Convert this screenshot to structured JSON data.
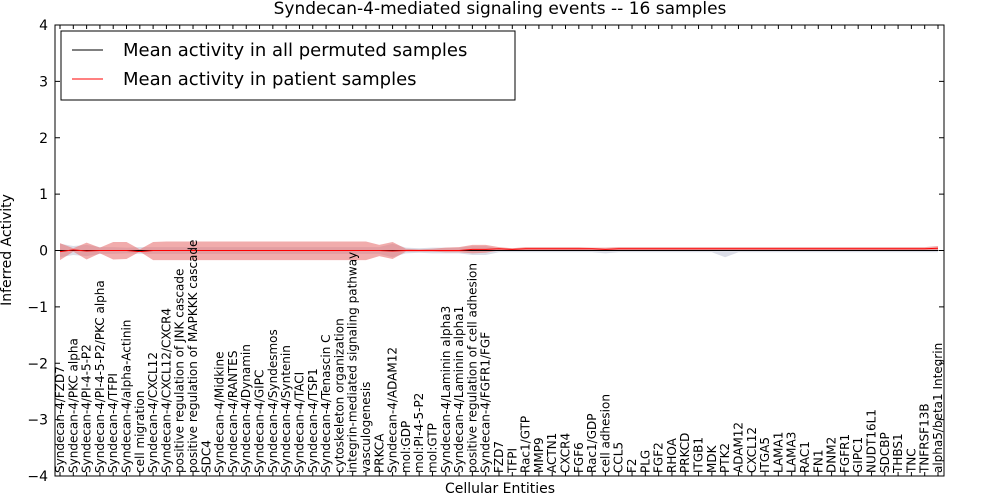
{
  "chart_data": {
    "type": "line",
    "title": "Syndecan-4-mediated signaling events -- 16 samples",
    "xlabel": "Cellular Entities",
    "ylabel": "Inferred Activity",
    "ylim": [
      -4,
      4
    ],
    "yticks": [
      -4,
      -3,
      -2,
      -1,
      0,
      1,
      2,
      3,
      4
    ],
    "grid": false,
    "legend_position": "top-left",
    "categories": [
      "Syndecan-4/FZD7",
      "Syndecan-4/PKC alpha",
      "Syndecan-4/PI-4-5-P2",
      "Syndecan-4/PI-4-5-P2/PKC alpha",
      "Syndecan-4/TFPI",
      "Syndecan-4/alpha-Actinin",
      "cell migration",
      "Syndecan-4/CXCL12",
      "Syndecan-4/CXCL12/CXCR4",
      "positive regulation of JNK cascade",
      "positive regulation of MAPKKK cascade",
      "SDC4",
      "Syndecan-4/Midkine",
      "Syndecan-4/RANTES",
      "Syndecan-4/Dynamin",
      "Syndecan-4/GIPC",
      "Syndecan-4/Syndesmos",
      "Syndecan-4/Syntenin",
      "Syndecan-4/TACI",
      "Syndecan-4/TSP1",
      "Syndecan-4/Tenascin C",
      "cytoskeleton organization",
      "integrin-mediated signaling pathway",
      "vasculogenesis",
      "PRKCA",
      "Syndecan-4/ADAM12",
      "mol:GDP",
      "mol:PI-4-5-P2",
      "mol:GTP",
      "Syndecan-4/Laminin alpha3",
      "Syndecan-4/Laminin alpha1",
      "positive regulation of cell adhesion",
      "Syndecan-4/FGFR1/FGF",
      "FZD7",
      "TFPI",
      "Rac1/GTP",
      "MMP9",
      "ACTN1",
      "CXCR4",
      "FGF6",
      "Rac1/GDP",
      "cell adhesion",
      "CCL5",
      "F2",
      "PLG",
      "FGF2",
      "RHOA",
      "PRKCD",
      "ITGB1",
      "MDK",
      "PTK2",
      "ADAM12",
      "CXCL12",
      "ITGA5",
      "LAMA1",
      "LAMA3",
      "RAC1",
      "FN1",
      "DNM2",
      "FGFR1",
      "GIPC1",
      "NUDT16L1",
      "SDCBP",
      "THBS1",
      "TNC",
      "TNFRSF13B",
      "alpha5/beta1 Integrin"
    ],
    "series": [
      {
        "name": "Mean activity in all permuted samples",
        "color": "#000000",
        "values": [
          0,
          0,
          0,
          0,
          0,
          0,
          0,
          0,
          0,
          0,
          0,
          0,
          0,
          0,
          0,
          0,
          0,
          0,
          0,
          0,
          0,
          0,
          0,
          0,
          0,
          0,
          0,
          0,
          0,
          0,
          0,
          0,
          0,
          0,
          0,
          0,
          0,
          0,
          0,
          0,
          0,
          0,
          0,
          0,
          0,
          0,
          0,
          0,
          0,
          0,
          0,
          0,
          0,
          0,
          0,
          0,
          0,
          0,
          0,
          0,
          0,
          0,
          0,
          0,
          0,
          0,
          0
        ],
        "lower": [
          -0.12,
          -0.08,
          -0.1,
          -0.06,
          -0.06,
          -0.05,
          -0.06,
          -0.06,
          -0.06,
          -0.06,
          -0.06,
          -0.06,
          -0.06,
          -0.06,
          -0.06,
          -0.06,
          -0.06,
          -0.06,
          -0.06,
          -0.06,
          -0.06,
          -0.06,
          -0.06,
          -0.06,
          -0.06,
          -0.12,
          -0.05,
          -0.04,
          -0.05,
          -0.05,
          -0.05,
          -0.08,
          -0.08,
          -0.03,
          -0.03,
          -0.03,
          -0.03,
          -0.03,
          -0.03,
          -0.03,
          -0.03,
          -0.05,
          -0.03,
          -0.03,
          -0.03,
          -0.03,
          -0.03,
          -0.03,
          -0.03,
          -0.03,
          -0.12,
          -0.03,
          -0.03,
          -0.03,
          -0.03,
          -0.03,
          -0.03,
          -0.03,
          -0.03,
          -0.03,
          -0.03,
          -0.03,
          -0.03,
          -0.03,
          -0.03,
          -0.03,
          -0.03
        ],
        "upper": [
          0.12,
          0.08,
          0.1,
          0.06,
          0.06,
          0.05,
          0.06,
          0.06,
          0.06,
          0.06,
          0.06,
          0.06,
          0.06,
          0.06,
          0.06,
          0.06,
          0.06,
          0.06,
          0.06,
          0.06,
          0.06,
          0.06,
          0.06,
          0.06,
          0.06,
          0.12,
          0.05,
          0.04,
          0.05,
          0.05,
          0.05,
          0.08,
          0.08,
          0.03,
          0.03,
          0.03,
          0.03,
          0.03,
          0.03,
          0.03,
          0.03,
          0.03,
          0.03,
          0.03,
          0.03,
          0.03,
          0.03,
          0.03,
          0.03,
          0.03,
          0.03,
          0.03,
          0.03,
          0.03,
          0.03,
          0.03,
          0.03,
          0.03,
          0.03,
          0.03,
          0.03,
          0.03,
          0.03,
          0.03,
          0.03,
          0.03,
          0.05
        ]
      },
      {
        "name": "Mean activity in patient samples",
        "color": "#ff0000",
        "band_color": "#e87474",
        "values": [
          -0.02,
          0.01,
          -0.01,
          0,
          0,
          0,
          -0.02,
          0,
          0,
          0,
          0,
          0,
          0,
          0,
          0,
          0,
          0,
          0,
          0,
          0,
          0,
          0,
          0,
          0,
          0,
          -0.01,
          0,
          0,
          0,
          0,
          0,
          0.02,
          0.02,
          0.03,
          0.02,
          0.03,
          0.03,
          0.03,
          0.03,
          0.03,
          0.03,
          0.02,
          0.03,
          0.03,
          0.03,
          0.03,
          0.03,
          0.03,
          0.03,
          0.03,
          0.03,
          0.03,
          0.03,
          0.03,
          0.03,
          0.03,
          0.03,
          0.03,
          0.03,
          0.03,
          0.03,
          0.03,
          0.03,
          0.03,
          0.03,
          0.03,
          0.04
        ],
        "lower": [
          -0.17,
          -0.02,
          -0.16,
          -0.05,
          -0.16,
          -0.15,
          -0.02,
          -0.17,
          -0.17,
          -0.17,
          -0.17,
          -0.17,
          -0.17,
          -0.17,
          -0.17,
          -0.17,
          -0.17,
          -0.17,
          -0.17,
          -0.17,
          -0.17,
          -0.17,
          -0.17,
          -0.17,
          -0.1,
          -0.15,
          -0.02,
          -0.02,
          -0.02,
          -0.03,
          -0.03,
          -0.05,
          -0.04,
          0,
          0.01,
          0.01,
          0.01,
          0.01,
          0.01,
          0.01,
          0.01,
          0,
          0.01,
          0.01,
          0.01,
          0.01,
          0.01,
          0.01,
          0.01,
          0.01,
          0.01,
          0.01,
          0.01,
          0.01,
          0.01,
          0.01,
          0.01,
          0.01,
          0.01,
          0.01,
          0.01,
          0.01,
          0.01,
          0.01,
          0.01,
          0.01,
          0.01
        ],
        "upper": [
          0.13,
          0.04,
          0.14,
          0.05,
          0.15,
          0.15,
          0.02,
          0.15,
          0.16,
          0.16,
          0.16,
          0.16,
          0.16,
          0.16,
          0.16,
          0.16,
          0.16,
          0.16,
          0.16,
          0.16,
          0.16,
          0.16,
          0.16,
          0.16,
          0.1,
          0.15,
          0.03,
          0.02,
          0.03,
          0.05,
          0.06,
          0.1,
          0.1,
          0.06,
          0.04,
          0.06,
          0.06,
          0.06,
          0.06,
          0.06,
          0.05,
          0.05,
          0.06,
          0.06,
          0.06,
          0.06,
          0.06,
          0.06,
          0.06,
          0.06,
          0.06,
          0.06,
          0.06,
          0.06,
          0.06,
          0.06,
          0.06,
          0.06,
          0.06,
          0.06,
          0.06,
          0.06,
          0.06,
          0.06,
          0.06,
          0.06,
          0.08
        ]
      }
    ]
  }
}
